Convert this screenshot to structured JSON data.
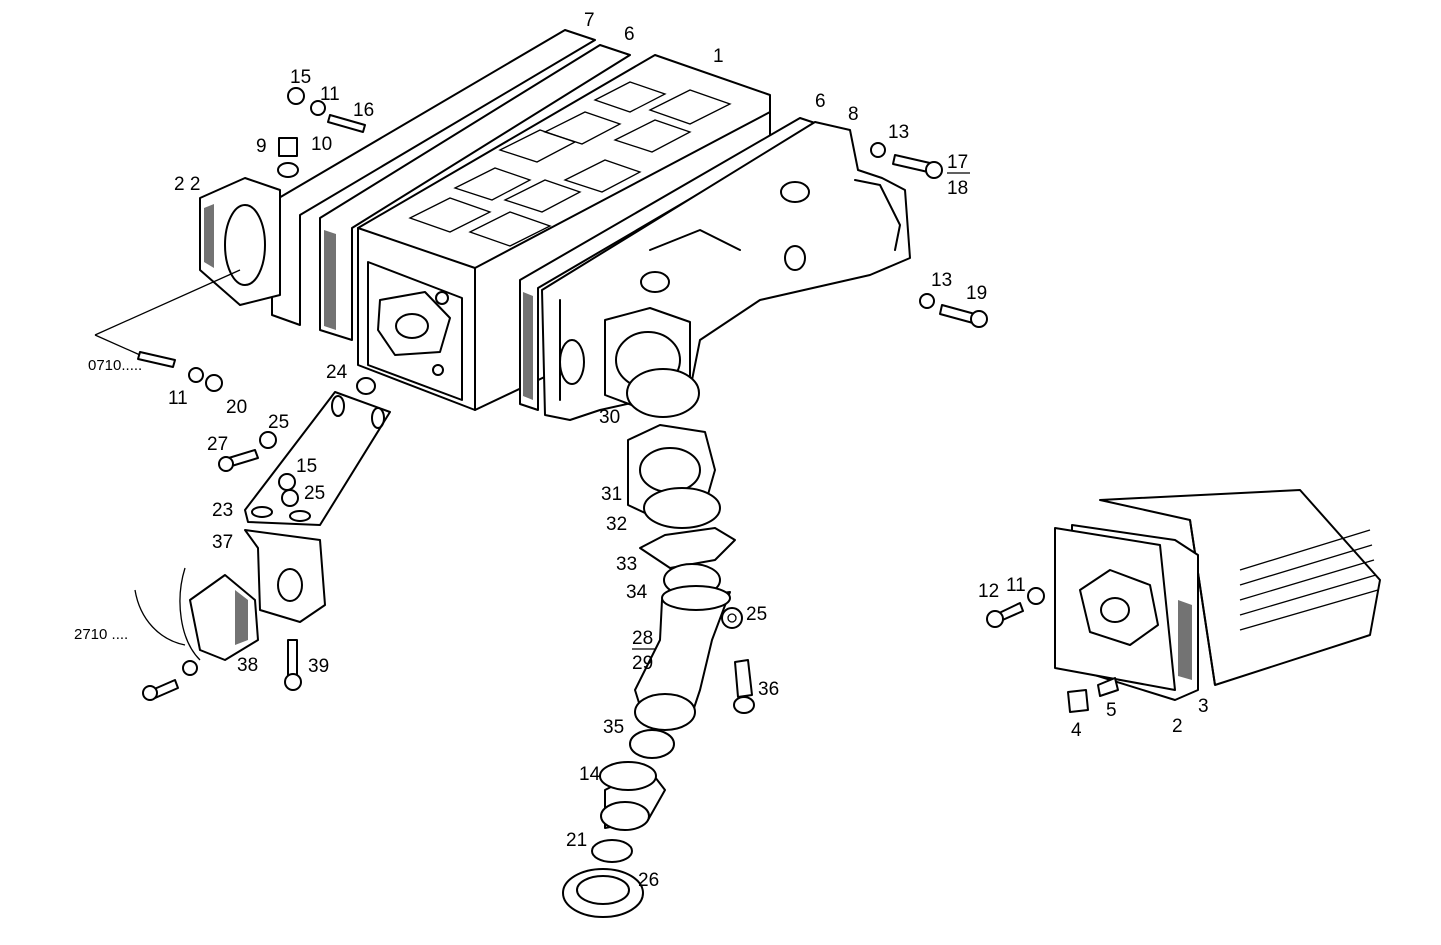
{
  "labels": {
    "l1": "1",
    "l2": "2",
    "l3": "3",
    "l4": "4",
    "l5": "5",
    "l6a": "6",
    "l6b": "6",
    "l7": "7",
    "l8": "8",
    "l9": "9",
    "l10": "10",
    "l11a": "11",
    "l11b": "11",
    "l11c": "11",
    "l12": "12",
    "l13a": "13",
    "l13b": "13",
    "l14": "14",
    "l15a": "15",
    "l15b": "15",
    "l16": "16",
    "l17": "17",
    "l18": "18",
    "l19": "19",
    "l20": "20",
    "l21": "21",
    "l22": "2 2",
    "l23": "23",
    "l24": "24",
    "l25a": "25",
    "l25b": "25",
    "l25c": "25",
    "l26": "26",
    "l27": "27",
    "l28": "28",
    "l29": "29",
    "l30": "30",
    "l31": "31",
    "l32": "32",
    "l33": "33",
    "l34": "34",
    "l35": "35",
    "l36": "36",
    "l37": "37",
    "l38": "38",
    "l39": "39",
    "ref0710": "0710.....",
    "ref2710": "2710 ...."
  }
}
